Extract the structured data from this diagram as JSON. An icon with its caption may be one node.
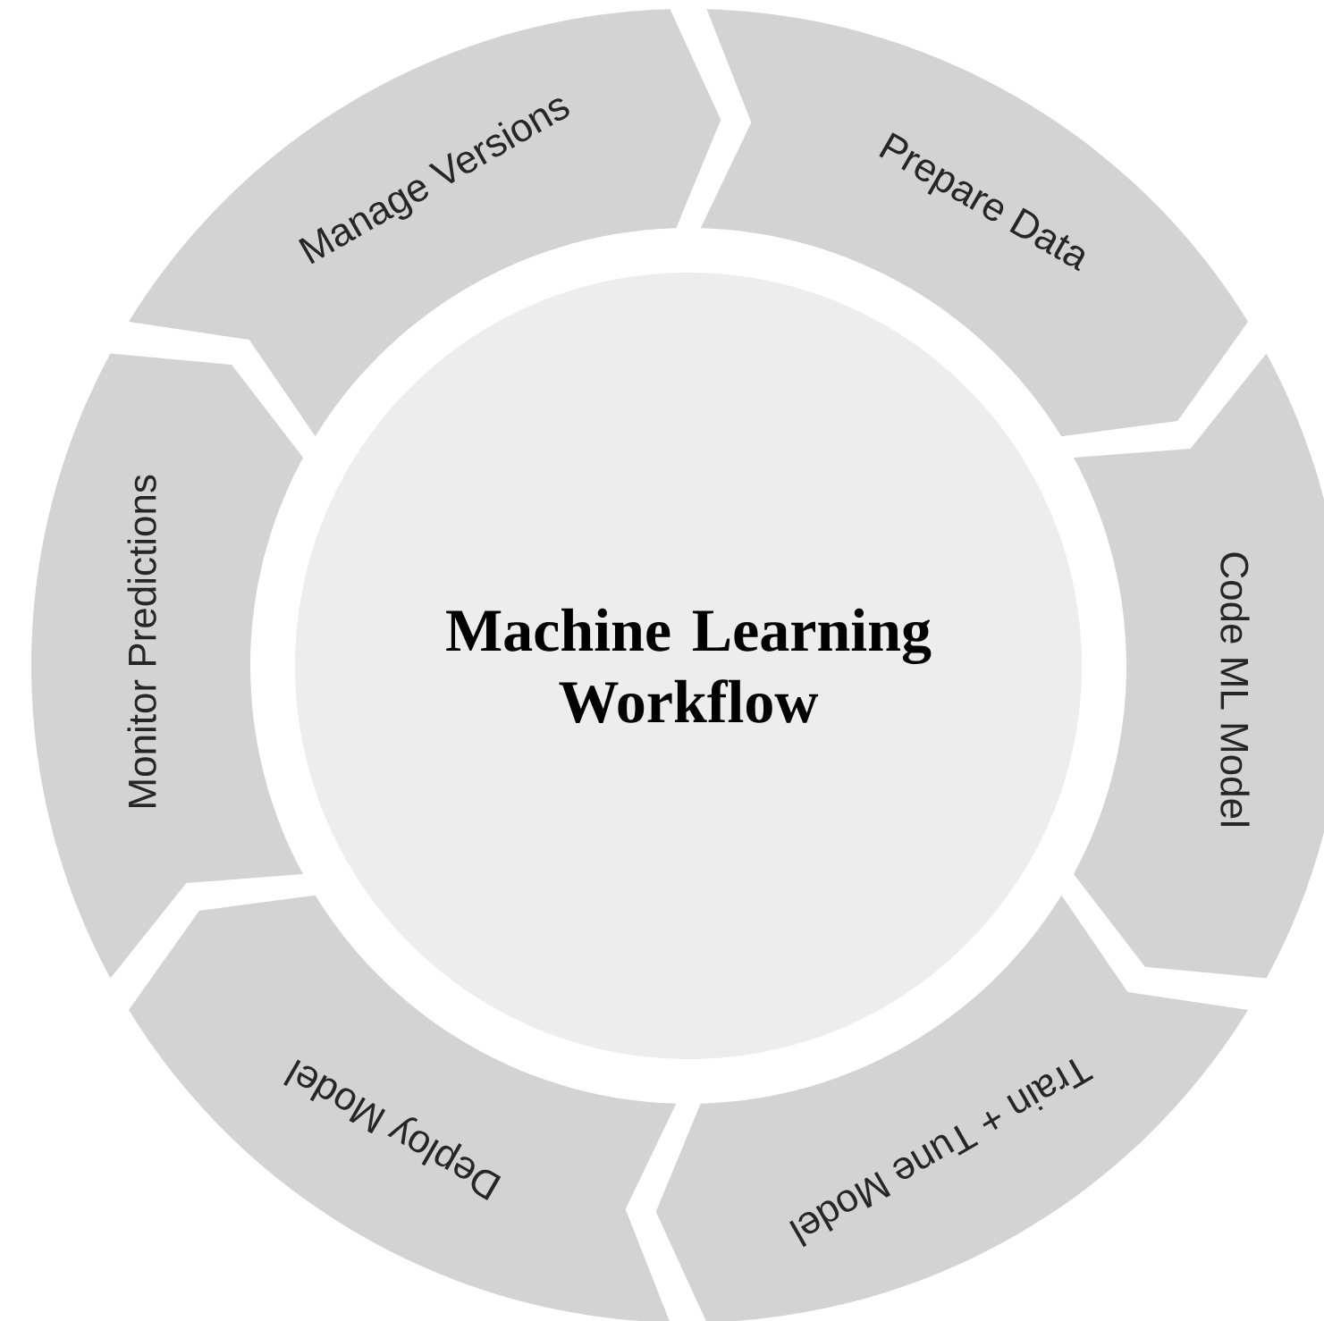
{
  "diagram": {
    "nodes": [
      {
        "text": [
          "Machine Learning Workflow"
        ]
      },
      {
        "text": [
          "Prepare Data"
        ]
      },
      {
        "text": [
          "Code ML Model"
        ]
      },
      {
        "text": [
          "Train + Tune Model"
        ]
      },
      {
        "text": [
          "Deploy Model"
        ]
      },
      {
        "text": [
          "Monitor Predictions"
        ]
      },
      {
        "text": [
          "Manage Versions"
        ]
      }
    ]
  }
}
